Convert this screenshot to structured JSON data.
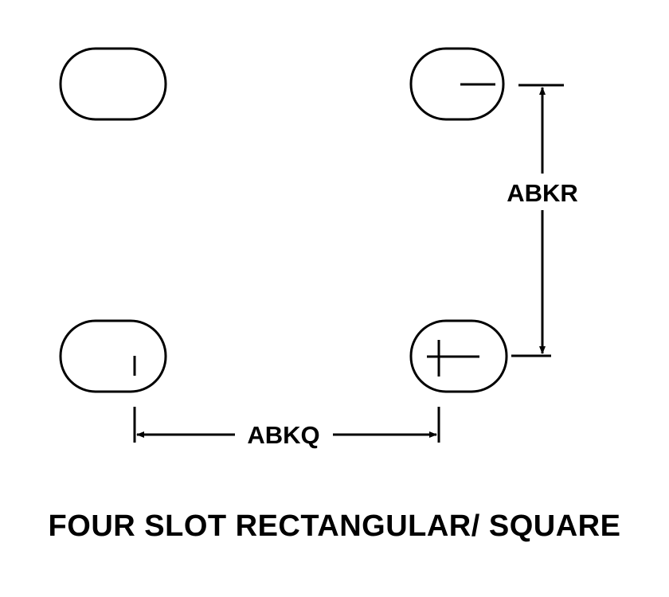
{
  "diagram": {
    "title": "FOUR SLOT RECTANGULAR/ SQUARE",
    "horizontal_dimension_label": "ABKQ",
    "vertical_dimension_label": "ABKR",
    "slot_count": 4,
    "line_color": "#000000",
    "background_color": "#ffffff"
  }
}
